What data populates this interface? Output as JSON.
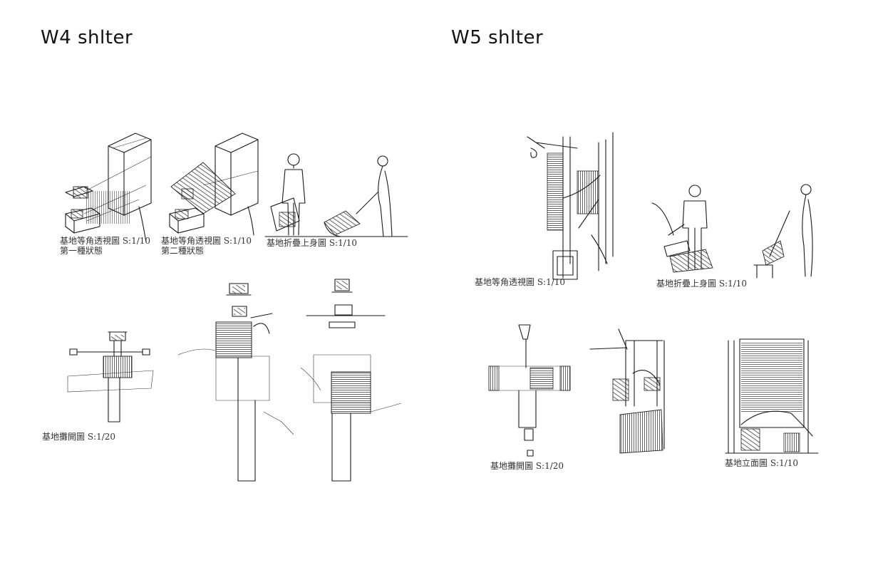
{
  "panels": {
    "w4": {
      "title": "W4 shlter",
      "captions": {
        "iso1_line1": "基地等角透視圖 S:1/10",
        "iso1_line2": "第一種狀態",
        "iso2_line1": "基地等角透視圖 S:1/10",
        "iso2_line2": "第二種狀態",
        "fold": "基地折疊上身圖 S:1/10",
        "exploded": "基地攤開圖 S:1/20"
      }
    },
    "w5": {
      "title": "W5 shlter",
      "captions": {
        "iso": "基地等角透視圖 S:1/10",
        "fold": "基地折疊上身圖 S:1/10",
        "exploded": "基地攤開圖 S:1/20",
        "elevation": "基地立面圖 S:1/10"
      }
    }
  }
}
